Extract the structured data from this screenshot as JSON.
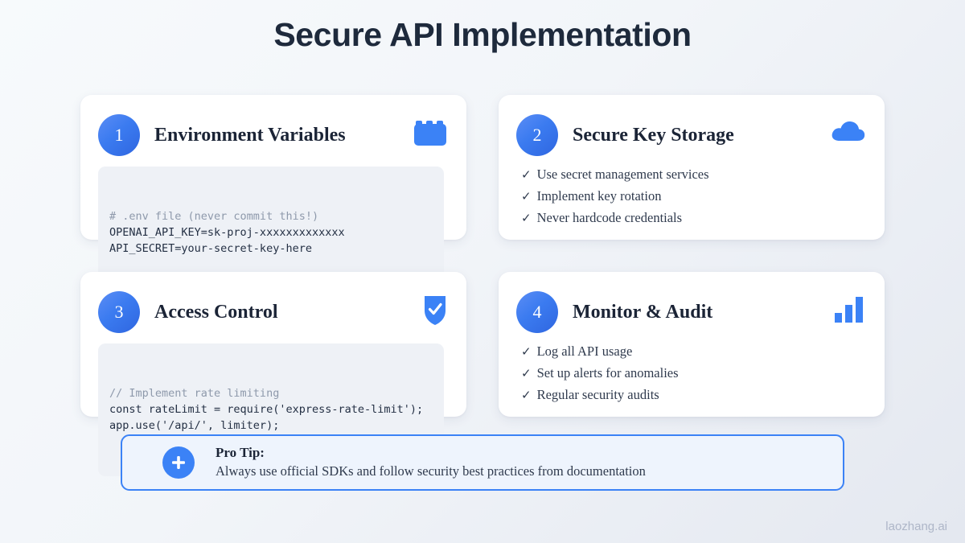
{
  "page": {
    "title": "Secure API Implementation",
    "watermark": "laozhang.ai",
    "accent_color": "#3b82f6",
    "badge_gradient_from": "#5b8df5",
    "badge_gradient_to": "#2f66e0",
    "card_background": "#ffffff",
    "code_background": "#eef1f6",
    "page_background": "#f2f5f9",
    "title_color": "#1e2a3c"
  },
  "cards": [
    {
      "number": "1",
      "title": "Environment Variables",
      "icon": "calendar-icon",
      "type": "code",
      "code": {
        "comment": "# .env file (never commit this!)",
        "lines": [
          "OPENAI_API_KEY=sk-proj-xxxxxxxxxxxxx",
          "API_SECRET=your-secret-key-here"
        ]
      }
    },
    {
      "number": "2",
      "title": "Secure Key Storage",
      "icon": "cloud-icon",
      "type": "list",
      "check_symbol": "✓",
      "items": [
        "Use secret management services",
        "Implement key rotation",
        "Never hardcode credentials"
      ]
    },
    {
      "number": "3",
      "title": "Access Control",
      "icon": "shield-check-icon",
      "type": "code",
      "code": {
        "comment": "// Implement rate limiting",
        "lines": [
          "const rateLimit = require('express-rate-limit');",
          "app.use('/api/', limiter);"
        ]
      }
    },
    {
      "number": "4",
      "title": "Monitor & Audit",
      "icon": "bar-chart-icon",
      "type": "list",
      "check_symbol": "✓",
      "items": [
        "Log all API usage",
        "Set up alerts for anomalies",
        "Regular security audits"
      ]
    }
  ],
  "protip": {
    "icon": "plus-icon",
    "label": "Pro Tip:",
    "body": "Always use official SDKs and follow security best practices from documentation"
  }
}
